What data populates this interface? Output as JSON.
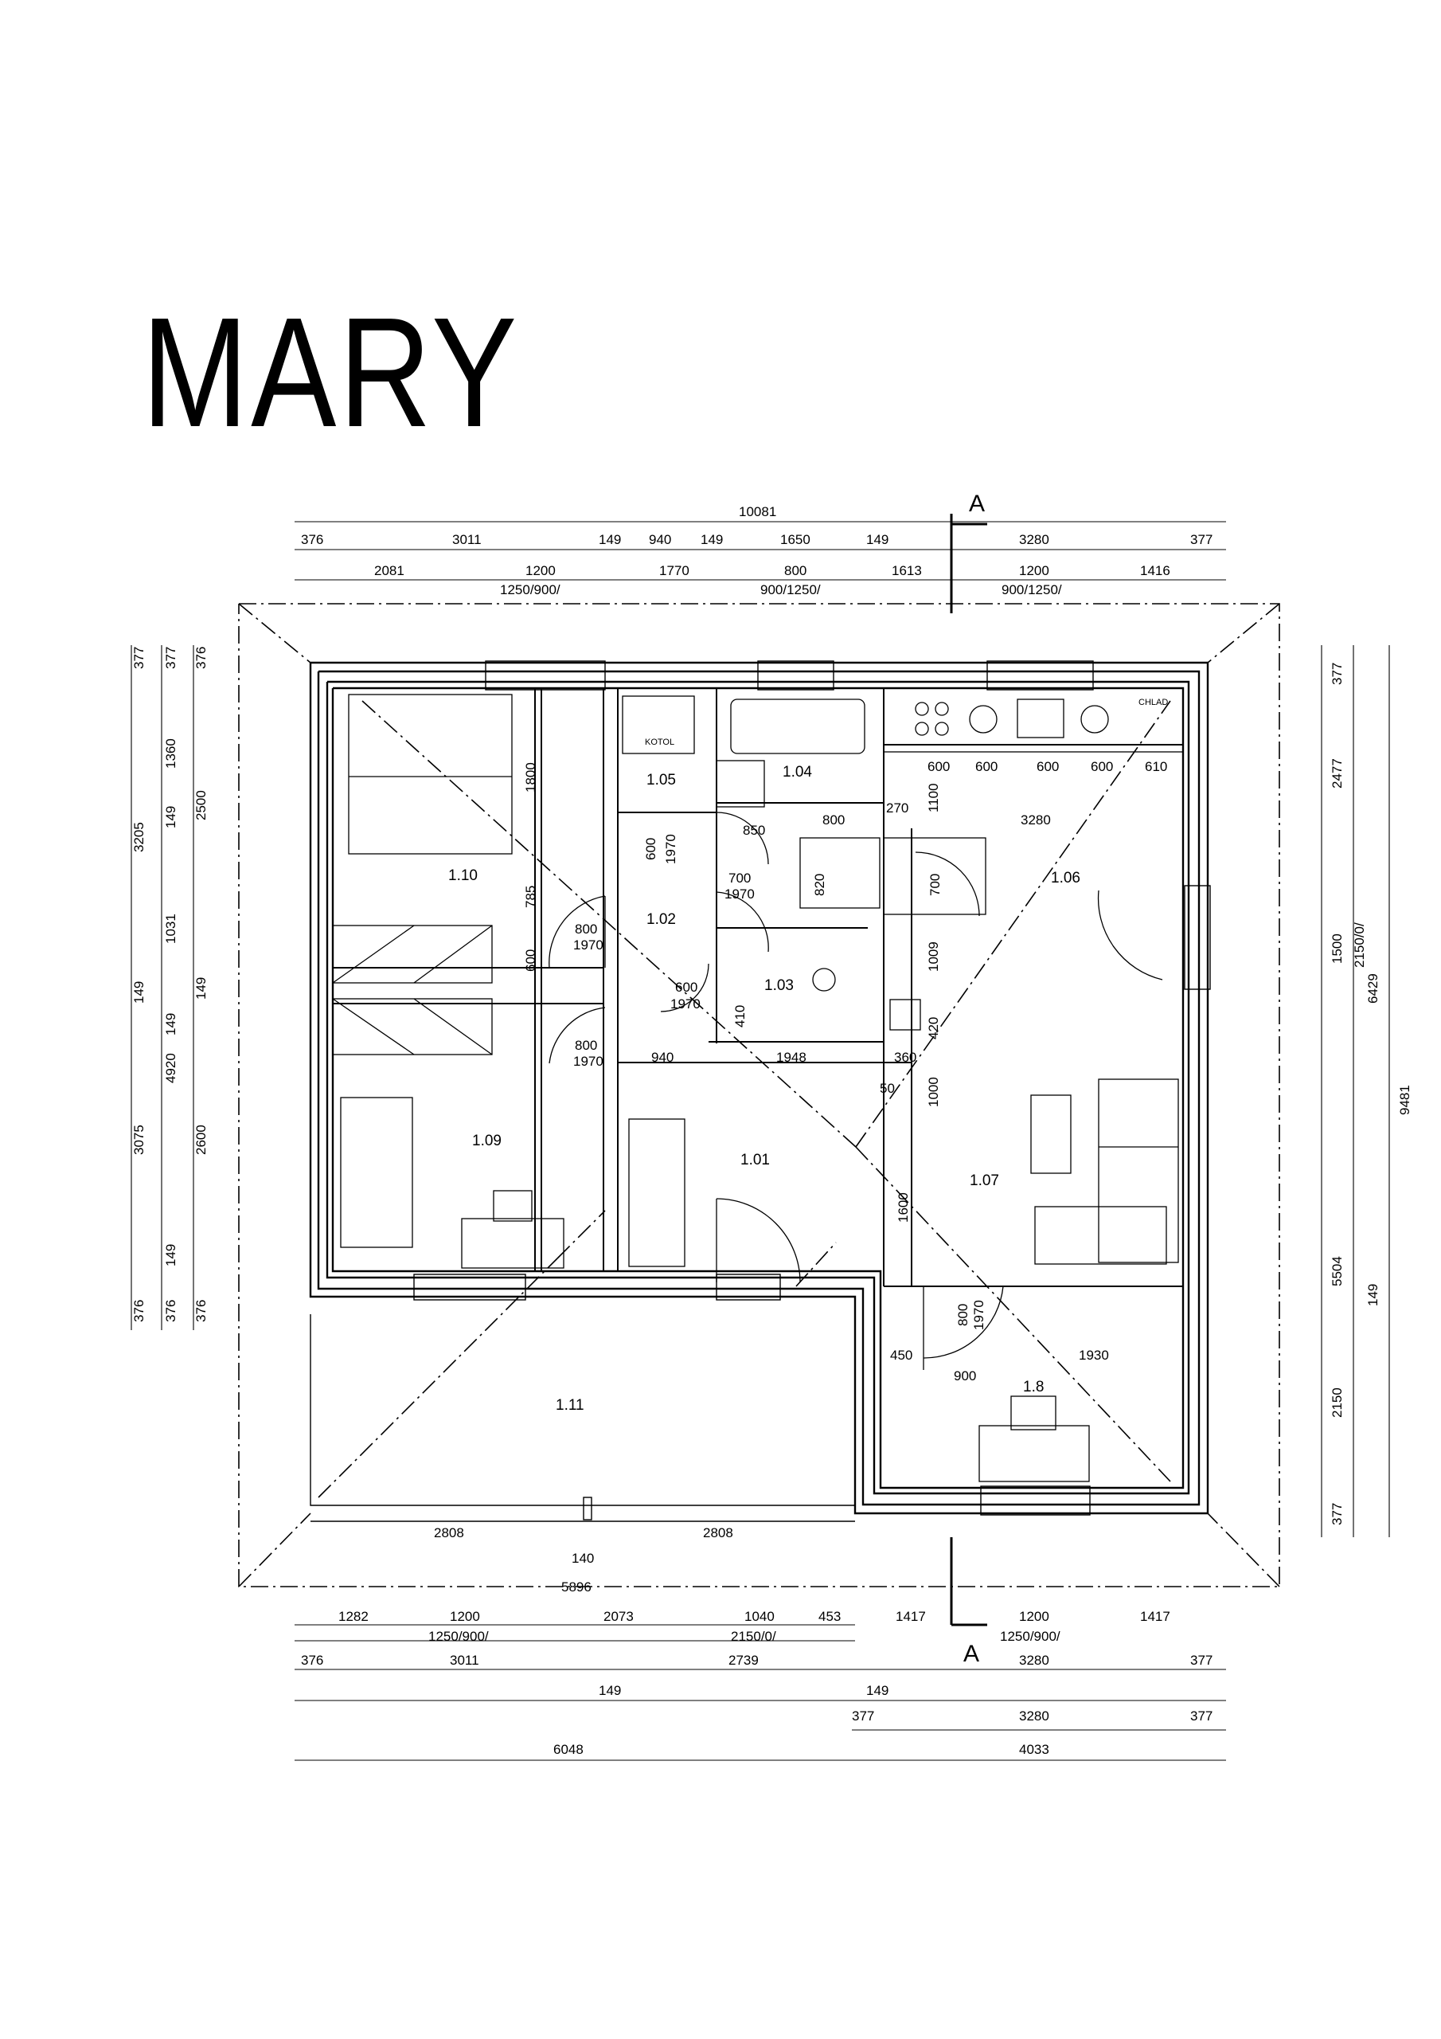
{
  "title": "MARY",
  "section_label": "A",
  "rooms": [
    {
      "id": "1.01"
    },
    {
      "id": "1.02"
    },
    {
      "id": "1.03"
    },
    {
      "id": "1.04"
    },
    {
      "id": "1.05"
    },
    {
      "id": "1.06"
    },
    {
      "id": "1.07"
    },
    {
      "id": "1.8"
    },
    {
      "id": "1.09"
    },
    {
      "id": "1.10"
    },
    {
      "id": "1.11"
    }
  ],
  "fixtures": {
    "boiler": "KOTOL",
    "fridge": "CHLAD"
  },
  "dims_top": {
    "overall": "10081",
    "row1": [
      "376",
      "3011",
      "149",
      "940",
      "149",
      "1650",
      "149",
      "3280",
      "377"
    ],
    "row2": [
      "2081",
      "1200",
      "1770",
      "800",
      "1613",
      "1200",
      "1416"
    ],
    "row2_sub": [
      "1250/900/",
      "900/1250/",
      "900/1250/"
    ]
  },
  "dims_left": {
    "col1": [
      "377",
      "3205",
      "149",
      "3075",
      "376"
    ],
    "col2": [
      "377",
      "1360",
      "149",
      "1031",
      "149",
      "4920",
      "149",
      "376"
    ],
    "col3": [
      "376",
      "2500",
      "149",
      "2600",
      "376"
    ]
  },
  "dims_right": {
    "col1": [
      "377",
      "2477",
      "1500",
      "2150/0/",
      "5504",
      "2150",
      "377"
    ],
    "col2": [
      "6429",
      "149"
    ],
    "overall": "9481"
  },
  "dims_bottom": {
    "terrace": [
      "2808",
      "140",
      "2808",
      "5896"
    ],
    "row1": [
      "1282",
      "1200",
      "2073",
      "1040",
      "453",
      "1417",
      "1200",
      "1417"
    ],
    "row1_sub": [
      "1250/900/",
      "2150/0/",
      "1250/900/"
    ],
    "row2": [
      "376",
      "3011",
      "2739",
      "377"
    ],
    "row3": [
      "149",
      "149",
      "377",
      "3280",
      "377"
    ],
    "row4": [
      "6048",
      "4033"
    ],
    "row2_right": "3280"
  },
  "interior": {
    "kitchen_units": [
      "600",
      "600",
      "600",
      "600",
      "610"
    ],
    "d1100": "1100",
    "d270": "270",
    "d3280": "3280",
    "d700": "700",
    "d1800": "1800",
    "d785": "785",
    "d600a": "600",
    "d800a": "800",
    "d1970a": "1970",
    "d800b": "800",
    "d1970b": "1970",
    "d600b": "600",
    "d1970c": "1970",
    "d850": "850",
    "d800c": "800",
    "d700b": "700",
    "d1970d": "1970",
    "d820": "820",
    "d600c": "600",
    "d1970e": "1970",
    "d410": "410",
    "d1009": "1009",
    "d420": "420",
    "d940": "940",
    "d1948": "1948",
    "d360": "360",
    "d50": "50",
    "d1000": "1000",
    "d1600": "1600",
    "d800e": "800",
    "d1970f": "1970",
    "d450": "450",
    "d900": "900",
    "d1930": "1930"
  }
}
